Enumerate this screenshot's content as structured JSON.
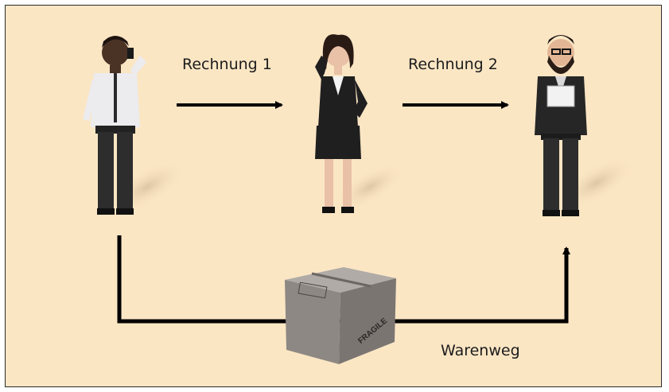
{
  "labels": {
    "invoice_1": "Rechnung 1",
    "invoice_2": "Rechnung 2",
    "goods_flow": "Warenweg"
  },
  "box_text": {
    "fragile": "FRAGILE"
  },
  "colors": {
    "background": "#fbe6c4",
    "border": "#2b2b2b",
    "arrow": "#000000",
    "box": "#8e8884"
  }
}
